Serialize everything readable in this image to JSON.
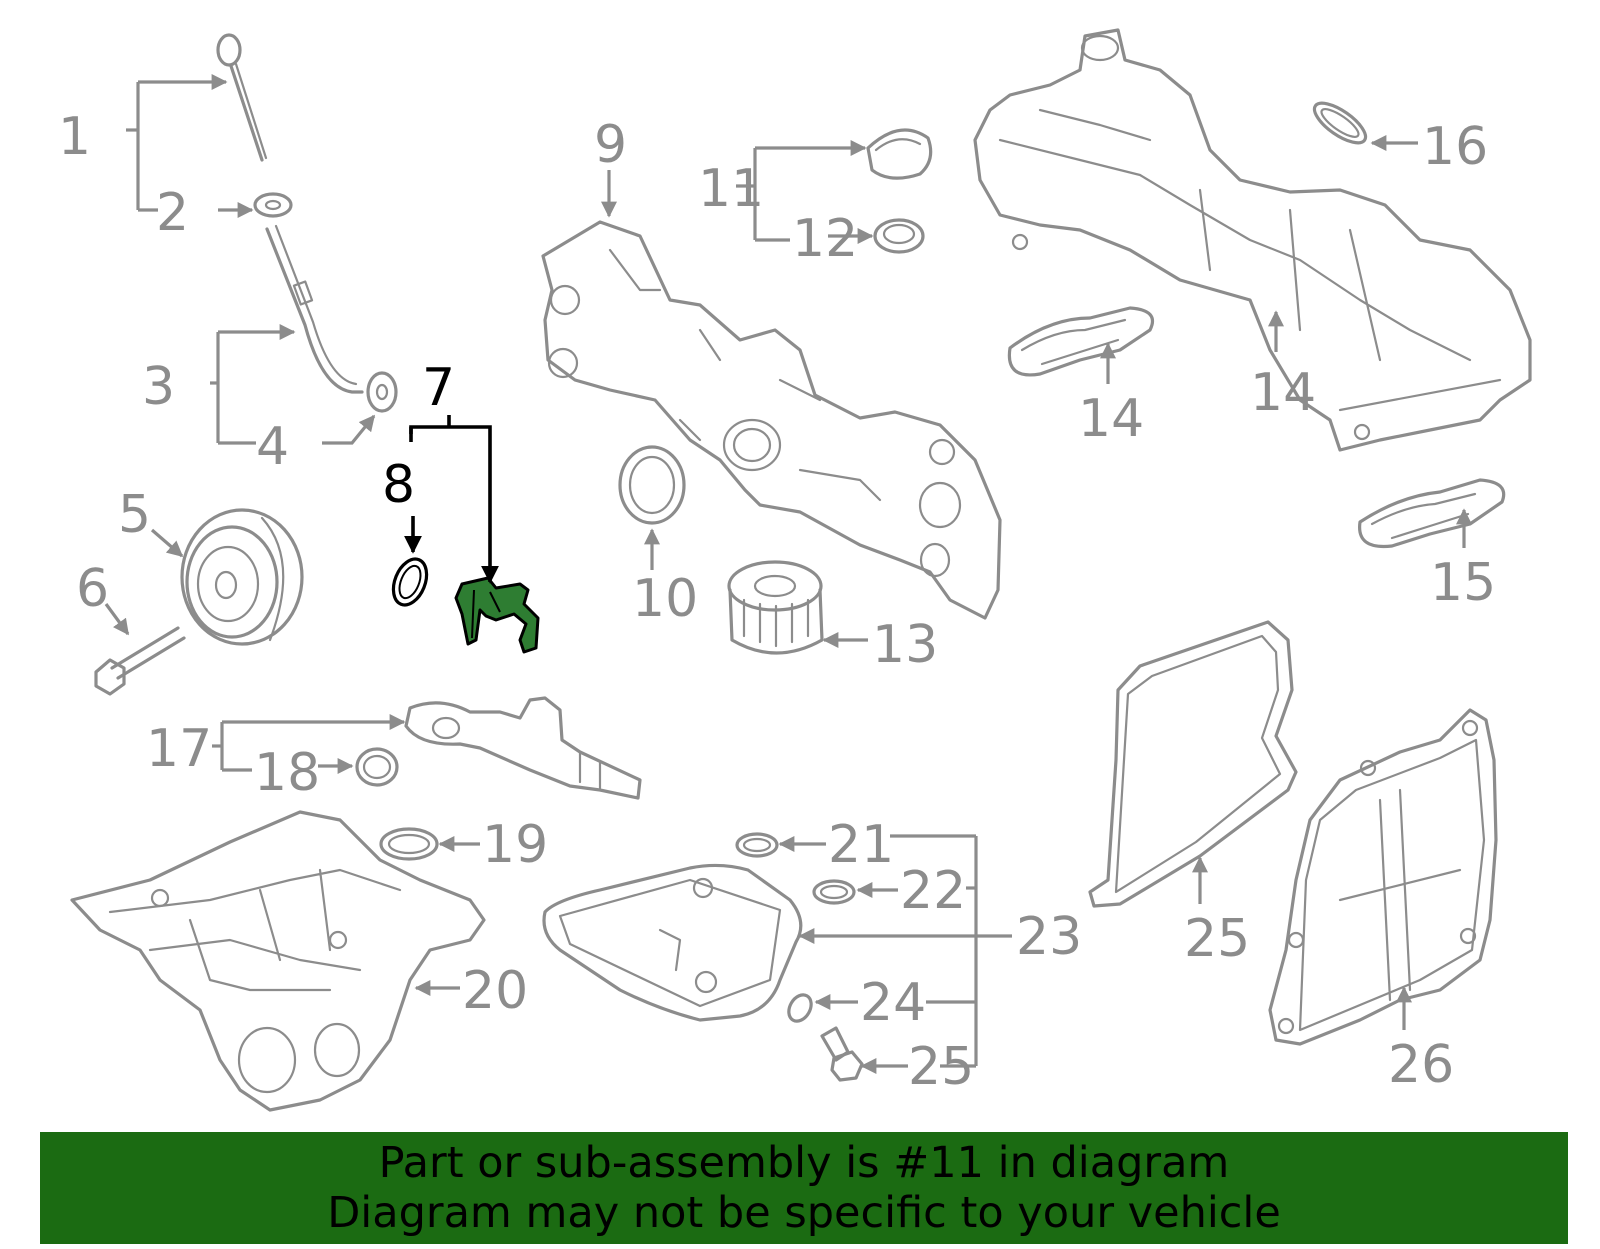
{
  "colors": {
    "line": "#8c8c8c",
    "highlight_line": "#000000",
    "highlight_fill": "#2e7d32",
    "banner_bg": "#1b6b12",
    "banner_text": "#000000",
    "background": "#ffffff"
  },
  "callouts": [
    "1",
    "2",
    "3",
    "4",
    "5",
    "6",
    "7",
    "8",
    "9",
    "10",
    "11",
    "12",
    "13",
    "14",
    "14",
    "15",
    "16",
    "17",
    "18",
    "19",
    "20",
    "21",
    "22",
    "23",
    "24",
    "25",
    "25",
    "26"
  ],
  "highlighted_callout": "11",
  "banner": {
    "line1": "Part or sub-assembly is #11 in diagram",
    "line2": "Diagram may not be specific to your vehicle"
  }
}
